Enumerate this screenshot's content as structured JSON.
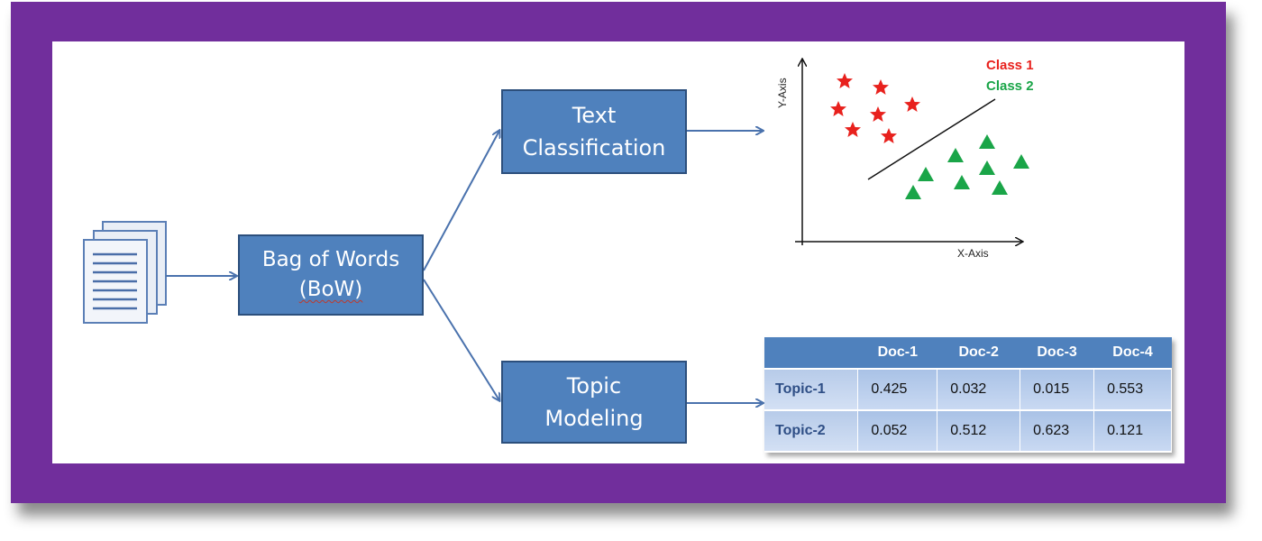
{
  "boxes": {
    "bow_line1": "Bag of Words",
    "bow_line2": "(BoW)",
    "tc_line1": "Text",
    "tc_line2": "Classification",
    "tm_line1": "Topic",
    "tm_line2": "Modeling"
  },
  "icons": {
    "documents": "document-stack-icon"
  },
  "scatter": {
    "y_axis_label": "Y-Axis",
    "x_axis_label": "X-Axis",
    "legend": {
      "class1": "Class 1",
      "class2": "Class 2"
    },
    "colors": {
      "class1": "#e8211d",
      "class2": "#1aa548",
      "frame": "#712e9c",
      "box": "#4f81bd"
    }
  },
  "table": {
    "headers": [
      "",
      "Doc-1",
      "Doc-2",
      "Doc-3",
      "Doc-4"
    ],
    "rows": [
      {
        "label": "Topic-1",
        "values": [
          "0.425",
          "0.032",
          "0.015",
          "0.553"
        ]
      },
      {
        "label": "Topic-2",
        "values": [
          "0.052",
          "0.512",
          "0.623",
          "0.121"
        ]
      }
    ]
  }
}
